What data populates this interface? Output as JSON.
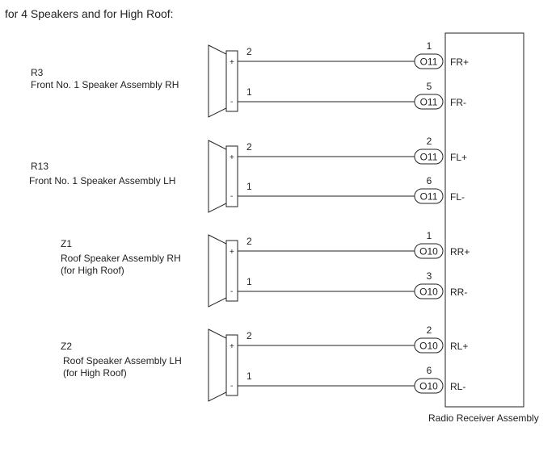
{
  "title": "for 4 Speakers and for High Roof:",
  "receiver_label": "Radio Receiver Assembly",
  "speakers": [
    {
      "code": "R3",
      "name_lines": [
        "Front No. 1 Speaker Assembly RH"
      ],
      "plus_sign": "+",
      "minus_sign": "-",
      "wires": [
        {
          "speaker_pin": "2",
          "radio_pin": "1",
          "connector": "O11",
          "signal": "FR+"
        },
        {
          "speaker_pin": "1",
          "radio_pin": "5",
          "connector": "O11",
          "signal": "FR-"
        }
      ]
    },
    {
      "code": "R13",
      "name_lines": [
        "Front No. 1 Speaker Assembly LH"
      ],
      "plus_sign": "+",
      "minus_sign": "-",
      "wires": [
        {
          "speaker_pin": "2",
          "radio_pin": "2",
          "connector": "O11",
          "signal": "FL+"
        },
        {
          "speaker_pin": "1",
          "radio_pin": "6",
          "connector": "O11",
          "signal": "FL-"
        }
      ]
    },
    {
      "code": "Z1",
      "name_lines": [
        "Roof Speaker Assembly RH",
        "(for High Roof)"
      ],
      "plus_sign": "+",
      "minus_sign": "-",
      "wires": [
        {
          "speaker_pin": "2",
          "radio_pin": "1",
          "connector": "O10",
          "signal": "RR+"
        },
        {
          "speaker_pin": "1",
          "radio_pin": "3",
          "connector": "O10",
          "signal": "RR-"
        }
      ]
    },
    {
      "code": "Z2",
      "name_lines": [
        "Roof Speaker Assembly LH",
        "(for High Roof)"
      ],
      "plus_sign": "+",
      "minus_sign": "-",
      "wires": [
        {
          "speaker_pin": "2",
          "radio_pin": "2",
          "connector": "O10",
          "signal": "RL+"
        },
        {
          "speaker_pin": "1",
          "radio_pin": "6",
          "connector": "O10",
          "signal": "RL-"
        }
      ]
    }
  ]
}
